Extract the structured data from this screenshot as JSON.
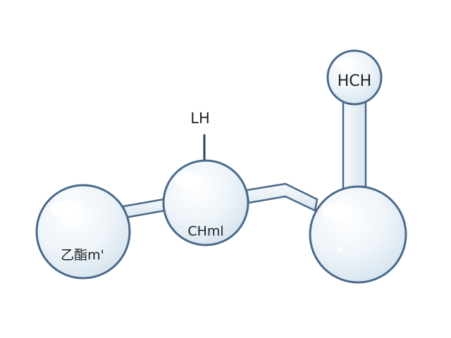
{
  "labels": {
    "left_atom": "乙酯m'",
    "middle_atom": "CHml",
    "top_right_atom": "HCH",
    "branch_label": "LH"
  },
  "colors": {
    "outline": "#4a6a8a",
    "fill_light": "#f4f8fb",
    "fill_mid": "#dfe9f2",
    "bond_fill": "#e4edf4",
    "text": "#1f2226"
  }
}
